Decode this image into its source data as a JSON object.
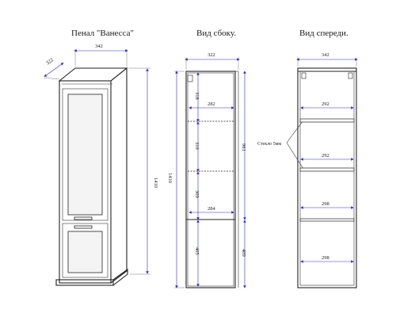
{
  "views": {
    "front_3d": {
      "title": "Пенал \"Ванесса\"",
      "width_label": "342",
      "depth_label": "322",
      "height_label": "1410"
    },
    "side": {
      "title": "Вид сбоку.",
      "width_label": "322",
      "height_label": "1410",
      "shelf_widths": [
        "282",
        "284"
      ],
      "section_heights": [
        "318",
        "319",
        "309",
        "405"
      ],
      "right_heights": [
        "961",
        "409"
      ],
      "glass_note": "Стекло 5мм"
    },
    "front": {
      "title": "Вид спереди.",
      "width_label": "342",
      "shelf_widths": [
        "292",
        "292",
        "298",
        "298"
      ]
    }
  }
}
